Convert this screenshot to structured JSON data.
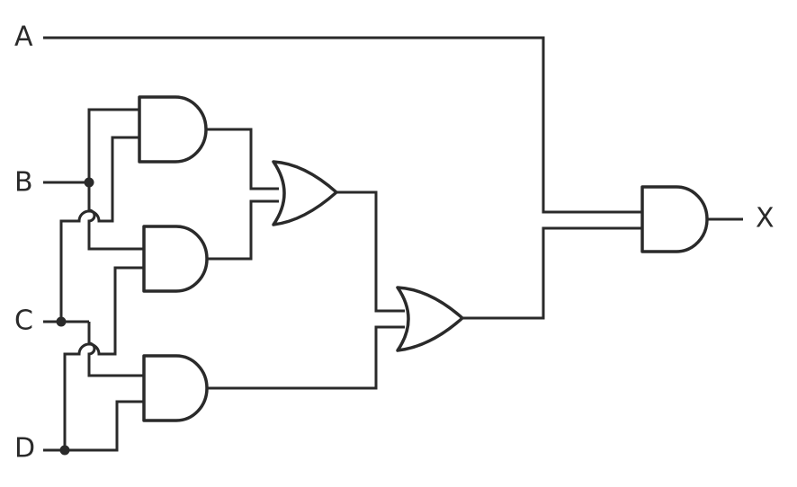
{
  "diagram": {
    "inputs": [
      "A",
      "B",
      "C",
      "D"
    ],
    "output": "X",
    "gates": [
      {
        "id": "and1",
        "type": "AND",
        "inputs": [
          "B",
          "C"
        ]
      },
      {
        "id": "and2",
        "type": "AND",
        "inputs": [
          "B",
          "D"
        ]
      },
      {
        "id": "and3",
        "type": "AND",
        "inputs": [
          "C",
          "D"
        ]
      },
      {
        "id": "or1",
        "type": "OR",
        "inputs": [
          "and1",
          "and2"
        ]
      },
      {
        "id": "or2",
        "type": "OR",
        "inputs": [
          "or1",
          "and3"
        ]
      },
      {
        "id": "and4",
        "type": "AND",
        "inputs": [
          "A",
          "or2"
        ],
        "drives": "X"
      }
    ],
    "colors": {
      "stroke": "#2a2a2a",
      "background": "#ffffff"
    }
  }
}
